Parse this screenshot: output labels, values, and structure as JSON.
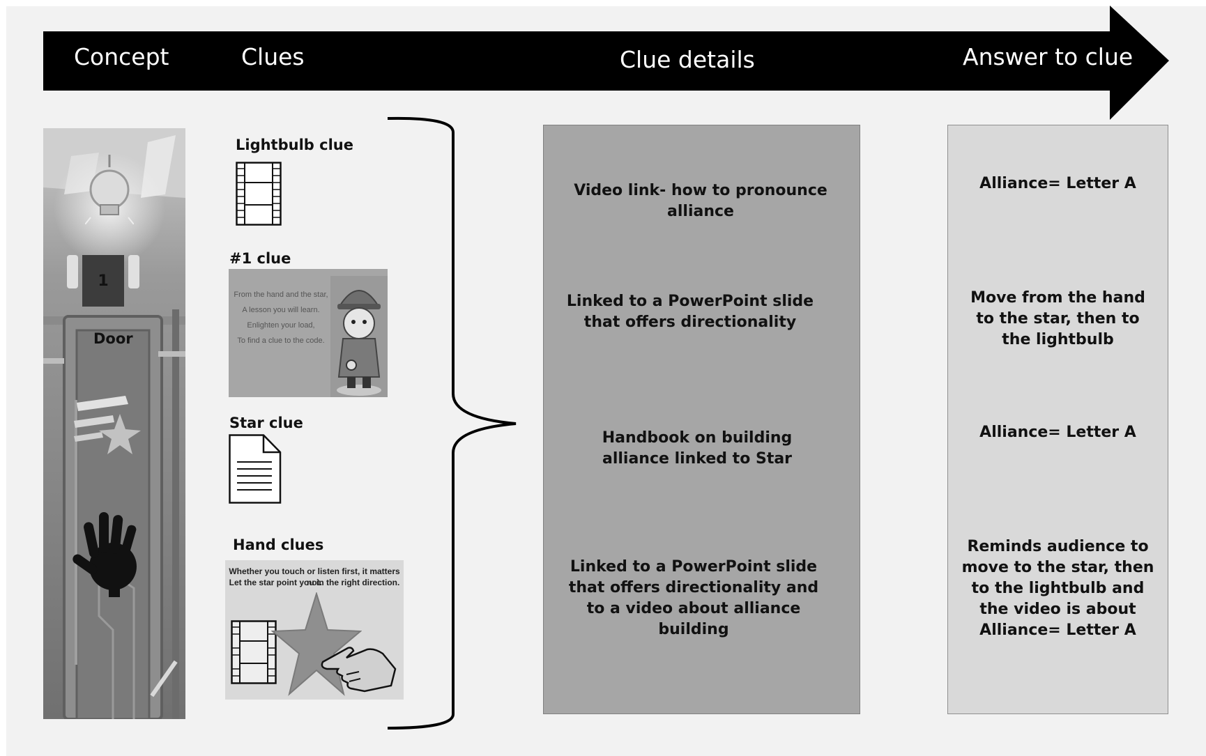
{
  "header": {
    "concept": "Concept",
    "clues": "Clues",
    "clue_details": "Clue details",
    "answer": "Answer to clue"
  },
  "concept": {
    "door_number": "1",
    "door_label": "Door"
  },
  "clues": {
    "lightbulb": {
      "title": "Lightbulb clue",
      "icon": "film-strip-icon"
    },
    "number1": {
      "title": "#1 clue",
      "poem": [
        "From the hand and the star,",
        "A lesson you will learn.",
        "Enlighten your load,",
        "To find a clue to the code."
      ]
    },
    "star": {
      "title": "Star clue",
      "icon": "document-icon"
    },
    "hand": {
      "title": "Hand clues",
      "note_line1": "Whether you touch or listen first, it matters not.",
      "note_line2": "Let the star point you in the right direction."
    }
  },
  "details": [
    "Video link- how to pronounce alliance",
    "Linked to a PowerPoint slide that offers directionality",
    "Handbook on building alliance linked to Star",
    "Linked to a PowerPoint slide that offers directionality and to a video about alliance building"
  ],
  "answers": [
    "Alliance= Letter A",
    "Move from the hand to the star, then to the lightbulb",
    "Alliance= Letter A",
    "Reminds audience to move to the star, then to the lightbulb and the video is about Alliance= Letter A"
  ],
  "colors": {
    "canvas_bg": "#f2f2f2",
    "arrow": "#000000",
    "details_box": "#a6a6a6",
    "answers_box": "#d9d9d9",
    "clue_card": "#a6a6a6",
    "hand_card": "#d9d9d9"
  }
}
